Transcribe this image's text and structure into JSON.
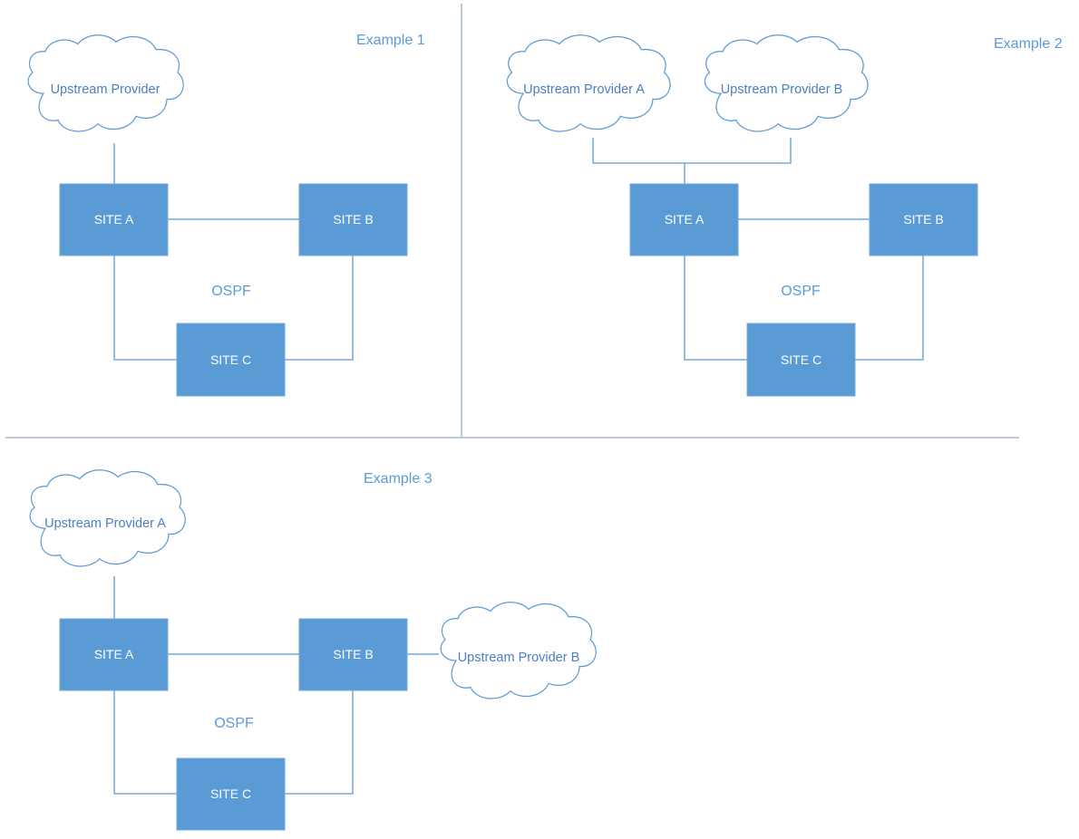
{
  "colors": {
    "site_fill": "#5B9BD5",
    "link": "#5B9BD5",
    "label_text": "#5B9BD5",
    "cloud_text": "#4A7FC1",
    "divider": "#BCC9D6",
    "background": "#FFFFFF"
  },
  "icons": {
    "cloud": "cloud-icon",
    "site": "rectangle-node"
  },
  "examples": [
    {
      "title": "Example 1",
      "protocol": "OSPF",
      "sites": [
        "SITE A",
        "SITE B",
        "SITE C"
      ],
      "providers": [
        "Upstream Provider"
      ]
    },
    {
      "title": "Example 2",
      "protocol": "OSPF",
      "sites": [
        "SITE A",
        "SITE B",
        "SITE C"
      ],
      "providers": [
        "Upstream Provider A",
        "Upstream Provider B"
      ]
    },
    {
      "title": "Example 3",
      "protocol": "OSPF",
      "sites": [
        "SITE A",
        "SITE B",
        "SITE C"
      ],
      "providers": [
        "Upstream Provider A",
        "Upstream Provider B"
      ]
    }
  ]
}
